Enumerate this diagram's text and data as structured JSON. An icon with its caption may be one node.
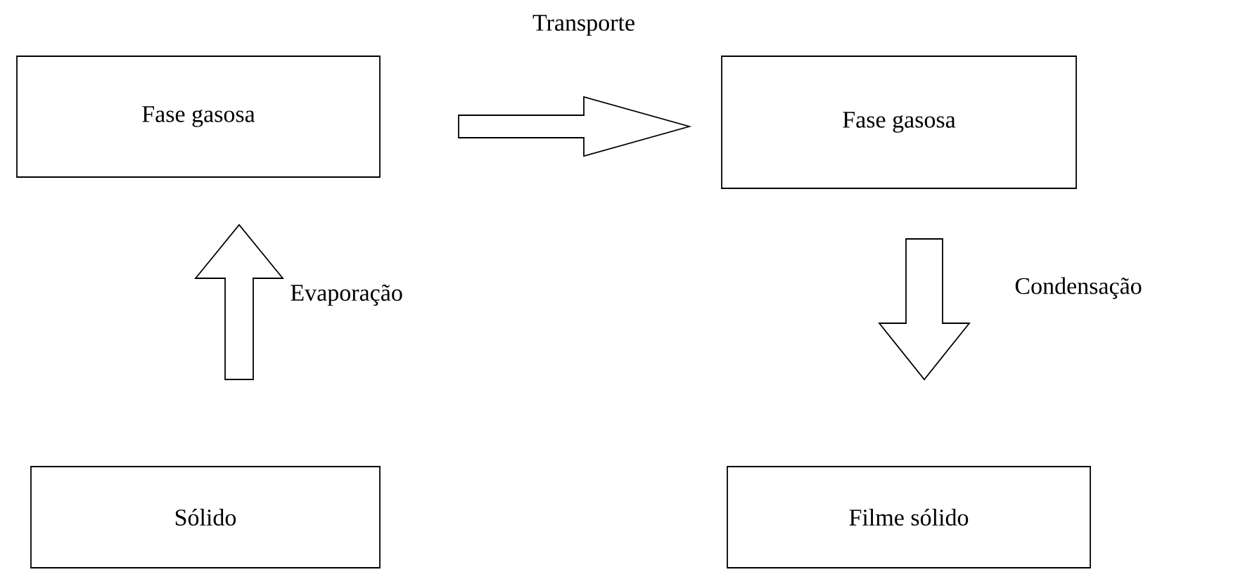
{
  "diagram": {
    "nodes": [
      {
        "text": [
          "Fase gasosa"
        ]
      },
      {
        "text": [
          "Fase gasosa"
        ]
      },
      {
        "text": [
          "Sólido"
        ]
      },
      {
        "text": [
          "Filme sólido"
        ]
      }
    ],
    "edges": [
      {
        "from": 0,
        "to": 1,
        "arrow": "to",
        "label": "Transporte"
      },
      {
        "from": 2,
        "to": 0,
        "arrow": "to",
        "label": "Evaporação"
      },
      {
        "from": 1,
        "to": 3,
        "arrow": "to",
        "label": "Condensação"
      }
    ]
  }
}
